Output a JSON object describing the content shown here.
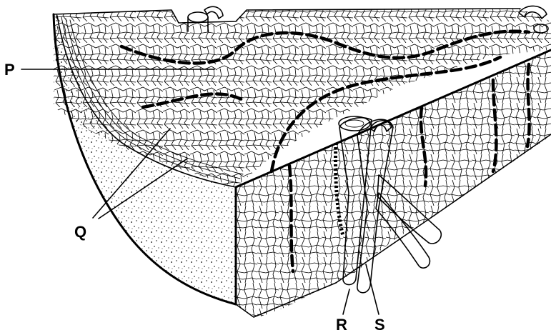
{
  "figure": {
    "labels": {
      "p": "P",
      "q": "Q",
      "r": "R",
      "s": "S"
    }
  }
}
